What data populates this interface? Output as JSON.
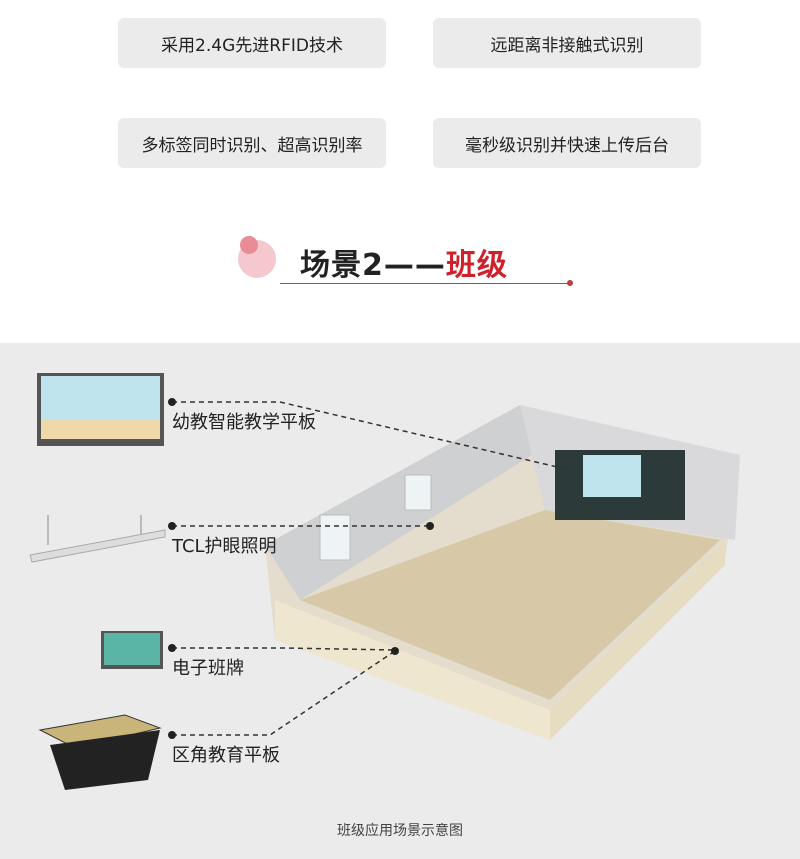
{
  "features": [
    "采用2.4G先进RFID技术",
    "远距离非接触式识别",
    "多标签同时识别、超高识别率",
    "毫秒级识别并快速上传后台"
  ],
  "section": {
    "title_prefix": "场景2——",
    "title_highlight": "班级"
  },
  "devices": [
    "幼教智能教学平板",
    "TCL护眼照明",
    "电子班牌",
    "区角教育平板"
  ],
  "caption": "班级应用场景示意图",
  "colors": {
    "accent": "#d0202a",
    "pill": "#ebebeb",
    "panel": "#ebebeb"
  }
}
